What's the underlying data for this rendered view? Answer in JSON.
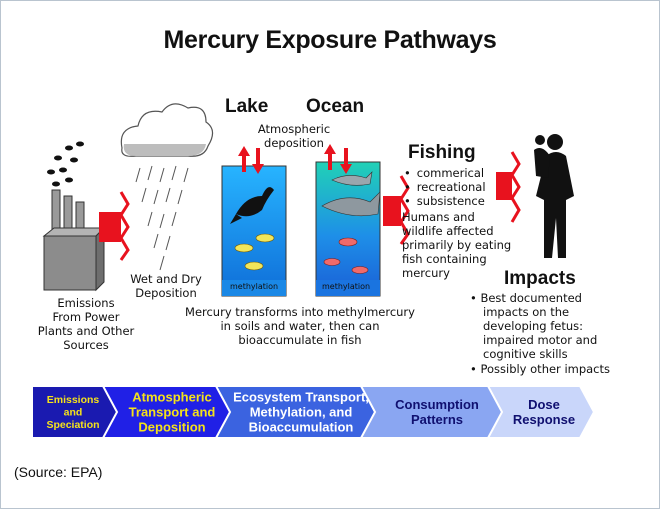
{
  "title": "Mercury Exposure Pathways",
  "emissions_label": [
    "Emissions",
    "From Power",
    "Plants and Other",
    "Sources"
  ],
  "deposition_label": [
    "Wet and Dry",
    "Deposition"
  ],
  "lake_label": "Lake",
  "ocean_label": "Ocean",
  "atmospheric_label": [
    "Atmospheric",
    "deposition"
  ],
  "methylation_tag": "methylation",
  "transform_label": [
    "Mercury transforms into methylmercury",
    "in soils and water, then can",
    "bioaccumulate in fish"
  ],
  "fishing": {
    "heading": "Fishing",
    "bullets": [
      "commerical",
      "recreational",
      "subsistence"
    ],
    "text": [
      "Humans and",
      "wildlife affected",
      "primarily by eating",
      "fish containing",
      "mercury"
    ]
  },
  "impacts": {
    "heading": "Impacts",
    "bullet1": [
      "Best documented",
      "impacts on the",
      "developing fetus:",
      "impaired motor and",
      "cognitive skills"
    ],
    "bullet2": "Possibly other impacts"
  },
  "flow_steps": [
    {
      "lines": [
        "Emissions",
        "and",
        "Speciation"
      ],
      "color": "#1a1ab0",
      "text_color": "#f5e21a"
    },
    {
      "lines": [
        "Atmospheric",
        "Transport and",
        "Deposition"
      ],
      "color": "#2020e6",
      "text_color": "#f5e21a"
    },
    {
      "lines": [
        "Ecosystem Transport,",
        "Methylation, and",
        "Bioaccumulation"
      ],
      "color": "#3b63e0",
      "text_color": "#ffffff"
    },
    {
      "lines": [
        "Consumption",
        "Patterns"
      ],
      "color": "#8aa6f2",
      "text_color": "#101070"
    },
    {
      "lines": [
        "Dose",
        "Response"
      ],
      "color": "#c9d6fa",
      "text_color": "#101070"
    }
  ],
  "source": "(Source: EPA)",
  "colors": {
    "arrow_red": "#e8121e",
    "lake_water": "#1fa2f5",
    "ocean_water": "#1ec2a6"
  }
}
